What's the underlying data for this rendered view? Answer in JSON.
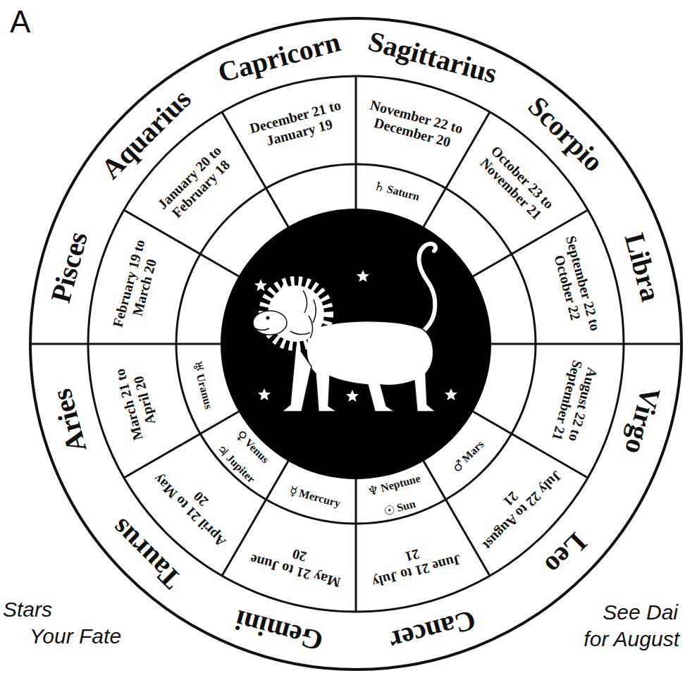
{
  "diagram": {
    "labels": [
      "A",
      "Capricorn",
      "December 21 to January 19",
      "Sagittarius",
      "November 22 to December 20",
      "Scorpio",
      "October 23 to November 21",
      "Libra",
      "September 22 to October 22",
      "Virgo",
      "August 22 to September 21",
      "Leo",
      "July 22 to August 21",
      "Cancer",
      "June 21 to July 21",
      "Gemini",
      "May 21 to June 20",
      "Taurus",
      "April 21 to May 20",
      "Aries",
      "March 21 to April 20",
      "Pisces",
      "February 19 to March 20",
      "Aquarius",
      "January 20 to February 18",
      "♄",
      "Saturn",
      "♂",
      "Mars",
      "♆",
      "Neptune",
      "☉",
      "Sun",
      "☿",
      "Mercury",
      "♃",
      "Jupiter",
      "♀",
      "Venus",
      "♅",
      "Uranus",
      "Stars",
      "Your Fate",
      "See Dai",
      "for August"
    ]
  }
}
